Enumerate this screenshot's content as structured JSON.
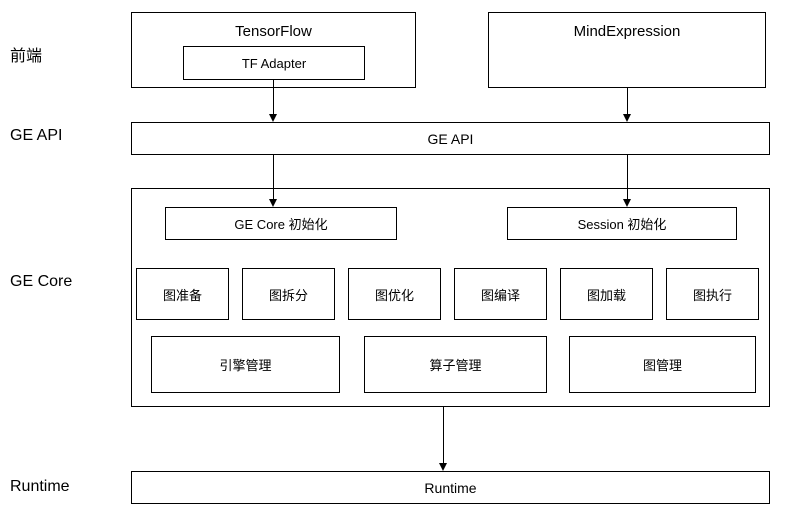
{
  "colors": {
    "border": "#000000",
    "background": "#ffffff",
    "text": "#000000"
  },
  "row_labels": {
    "frontend": "前端",
    "ge_api": "GE API",
    "ge_core": "GE Core",
    "runtime": "Runtime"
  },
  "frontend": {
    "tensorflow_label": "TensorFlow",
    "tf_adapter_label": "TF Adapter",
    "mindexpression_label": "MindExpression"
  },
  "ge_api": {
    "label": "GE API"
  },
  "ge_core": {
    "init_left": "GE Core 初始化",
    "init_right": "Session 初始化",
    "function_boxes": [
      "图准备",
      "图拆分",
      "图优化",
      "图编译",
      "图加载",
      "图执行"
    ],
    "management_boxes": [
      "引擎管理",
      "算子管理",
      "图管理"
    ]
  },
  "runtime": {
    "label": "Runtime"
  }
}
